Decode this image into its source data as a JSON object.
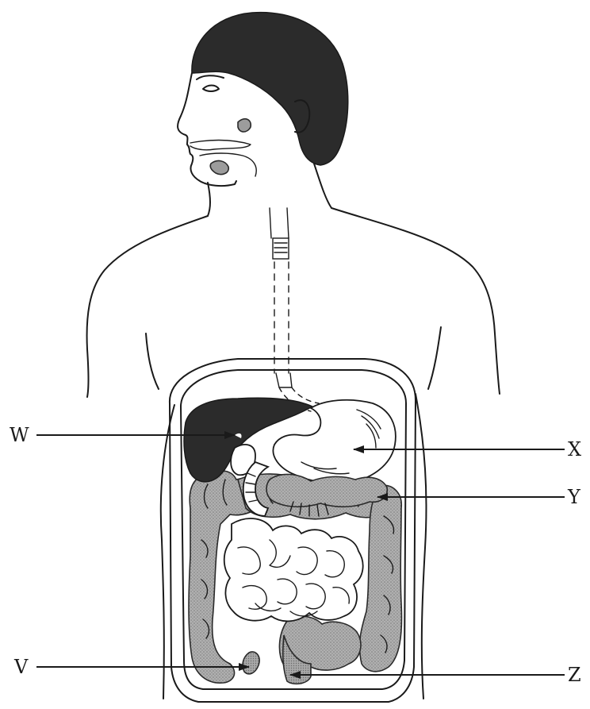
{
  "labels": {
    "W": "W",
    "X": "X",
    "Y": "Y",
    "V": "V",
    "Z": "Z"
  }
}
